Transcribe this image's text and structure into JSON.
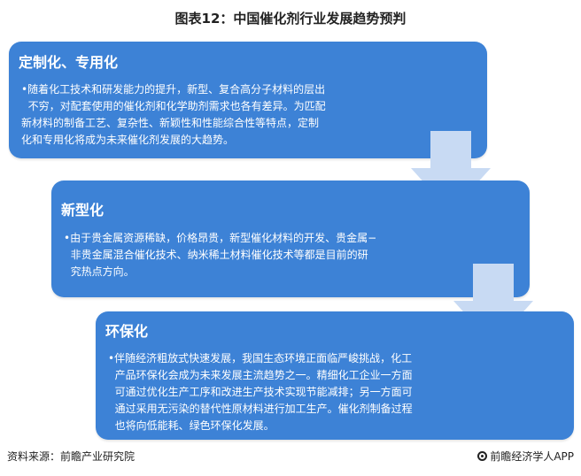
{
  "title": "图表12：中国催化剂行业发展趋势预判",
  "cards": [
    {
      "title": "定制化、专用化",
      "lines": [
        "•随着化工技术和研发能力的提升，新型、复合高分子材料的层出",
        "  不穷，对配套使用的催化剂和化学助剂需求也各有差异。为匹配",
        "新材料的制备工艺、复杂性、新颖性和性能综合性等特点，定制",
        "化和专用化将成为未来催化剂发展的大趋势。"
      ]
    },
    {
      "title": "新型化",
      "lines": [
        "•由于贵金属资源稀缺，价格昂贵，新型催化材料的开发、贵金属−",
        "  非贵金属混合催化技术、纳米稀土材料催化技术等都是目前的研",
        "  究热点方向。"
      ]
    },
    {
      "title": "环保化",
      "lines": [
        "•伴随经济粗放式快速发展，我国生态环境正面临严峻挑战，化工",
        "  产品环保化会成为未来发展主流趋势之一。精细化工企业一方面",
        "  可通过优化生产工序和改进生产技术实现节能减排；另一方面可",
        "  通过采用无污染的替代性原材料进行加工生产。催化剂制备过程",
        "  也将向低能耗、绿色环保化发展。"
      ]
    }
  ],
  "footer": {
    "source": "资料来源：前瞻产业研究院",
    "brand": "前瞻经济学人APP"
  },
  "colors": {
    "card": "#3d82d6",
    "arrow": "#c8daf3"
  }
}
